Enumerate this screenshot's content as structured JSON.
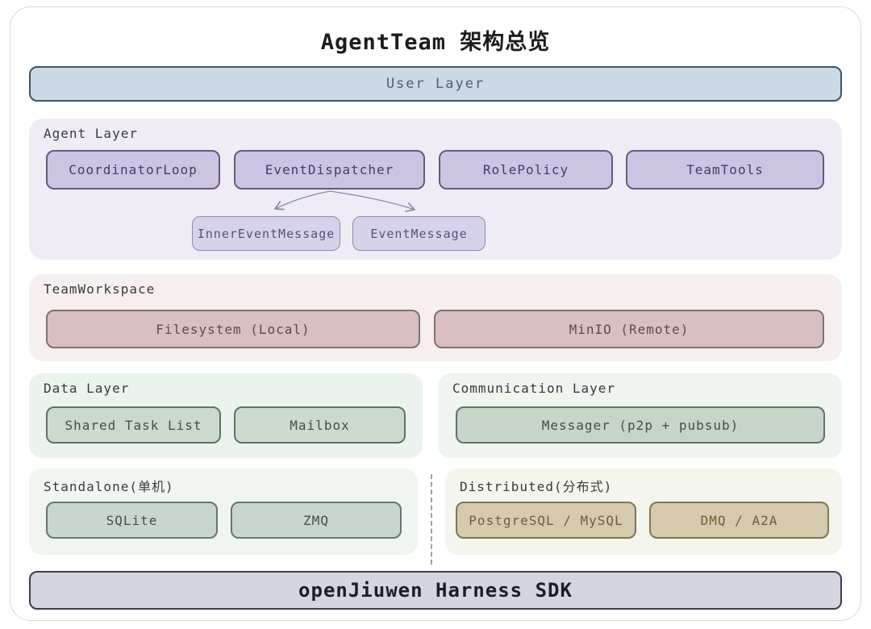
{
  "title": "AgentTeam 架构总览",
  "palette": {
    "user_layer_fill": "#cbd9e5",
    "user_layer_border": "#41526a",
    "agent_section_fill": "#efecf5",
    "agent_node_fill": "#cdc4e4",
    "agent_node_border": "#635b7e",
    "message_node_fill": "#d7d2ec",
    "arrow_color": "#8e89a6",
    "workspace_section_fill": "#f6eff0",
    "workspace_node_fill": "#d9bfc1",
    "data_section_fill": "#ecf2ed",
    "data_node_fill": "#ccd9cd",
    "comm_node_fill": "#c6d4ca",
    "standalone_node_fill": "#c9d6d0",
    "distributed_node_fill": "#d4cbae",
    "sdk_bar_fill": "#d5d5df",
    "sdk_bar_border": "#3c3c50"
  },
  "user_layer": {
    "label": "User Layer"
  },
  "agent_layer": {
    "label": "Agent Layer",
    "boxes": [
      {
        "label": "CoordinatorLoop"
      },
      {
        "label": "EventDispatcher"
      },
      {
        "label": "RolePolicy"
      },
      {
        "label": "TeamTools"
      }
    ],
    "message_boxes": [
      {
        "label": "InnerEventMessage"
      },
      {
        "label": "EventMessage"
      }
    ]
  },
  "team_workspace": {
    "label": "TeamWorkspace",
    "boxes": [
      {
        "label": "Filesystem (Local)"
      },
      {
        "label": "MinIO (Remote)"
      }
    ]
  },
  "data_layer": {
    "label": "Data Layer",
    "boxes": [
      {
        "label": "Shared Task List"
      },
      {
        "label": "Mailbox"
      }
    ]
  },
  "communication_layer": {
    "label": "Communication Layer",
    "boxes": [
      {
        "label": "Messager (p2p + pubsub)"
      }
    ]
  },
  "standalone": {
    "label": "Standalone(单机)",
    "boxes": [
      {
        "label": "SQLite"
      },
      {
        "label": "ZMQ"
      }
    ]
  },
  "distributed": {
    "label": "Distributed(分布式)",
    "boxes": [
      {
        "label": "PostgreSQL / MySQL"
      },
      {
        "label": "DMQ / A2A"
      }
    ]
  },
  "sdk_bar": {
    "label": "openJiuwen Harness SDK"
  }
}
